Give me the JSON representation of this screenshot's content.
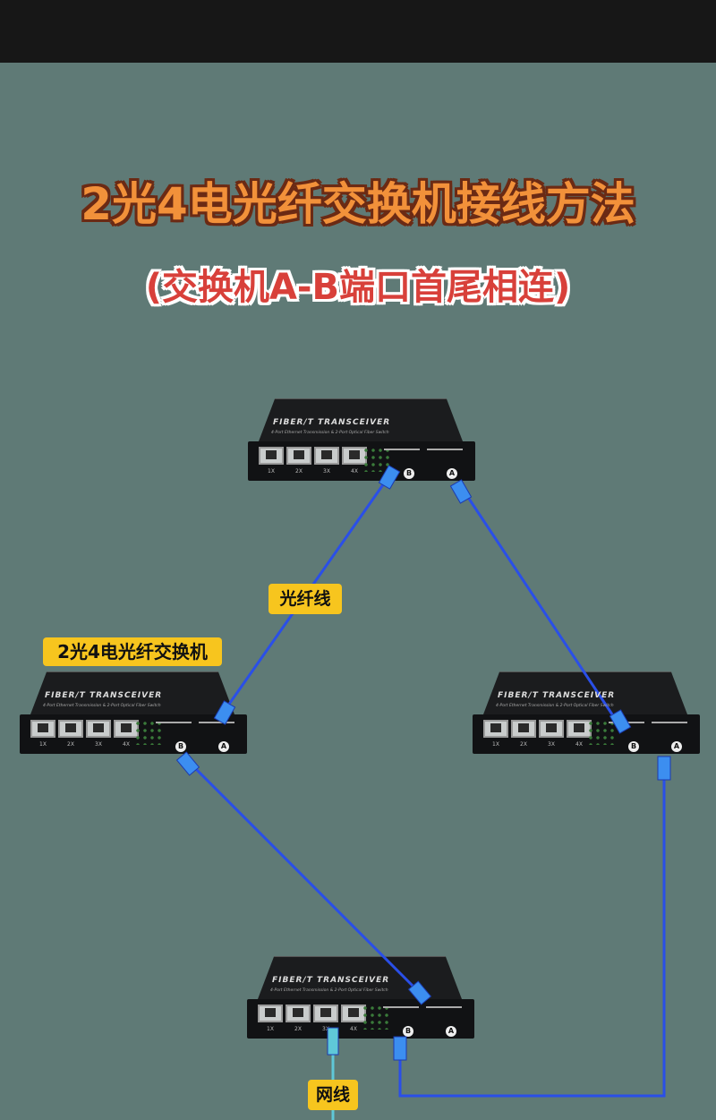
{
  "title": "2光4电光纤交换机接线方法",
  "subtitle": "(交换机A-B端口首尾相连)",
  "switch": {
    "brand": "FIBER/T TRANSCEIVER",
    "description": "4-Port Ethernet Transmission & 2-Port Optical Fiber Switch",
    "ports": [
      "1X",
      "2X",
      "3X",
      "4X"
    ],
    "port_b": "B",
    "port_a": "A"
  },
  "labels": {
    "fiber": "光纤线",
    "network": "网线",
    "switch_name": "2光4电光纤交换机"
  },
  "colors": {
    "fiber_cable": "#2a4fe8",
    "network_cable": "#5fc8d8",
    "title": "#f2913a",
    "subtitle": "#d8403a",
    "label_bg": "#f7c51e"
  }
}
